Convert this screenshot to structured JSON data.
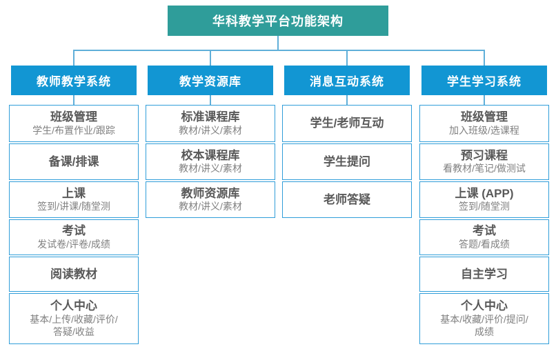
{
  "title": "华科教学平台功能架构",
  "colors": {
    "title_bg": "#2F9D9A",
    "header_bg": "#1296D3",
    "item_border": "#2F9DD9",
    "connector": "#5FAFD9",
    "item_title": "#595959",
    "item_subtitle": "#7F7F7F"
  },
  "columns": [
    {
      "header": "教师教学系统",
      "items": [
        {
          "title": "班级管理",
          "subtitle": "学生/布置作业/跟踪"
        },
        {
          "title": "备课/排课"
        },
        {
          "title": "上课",
          "subtitle": "签到/讲课/随堂测"
        },
        {
          "title": "考试",
          "subtitle": "发试卷/评卷/成绩"
        },
        {
          "title": "阅读教材"
        },
        {
          "title": "个人中心",
          "subtitle": "基本/上传/收藏/评价/",
          "subtitle2": "答疑/收益"
        }
      ]
    },
    {
      "header": "教学资源库",
      "items": [
        {
          "title": "标准课程库",
          "subtitle": "教材/讲义/素材"
        },
        {
          "title": "校本课程库",
          "subtitle": "教材/讲义/素材"
        },
        {
          "title": "教师资源库",
          "subtitle": "教材/讲义/素材"
        }
      ]
    },
    {
      "header": "消息互动系统",
      "items": [
        {
          "title": "学生/老师互动"
        },
        {
          "title": "学生提问"
        },
        {
          "title": "老师答疑"
        }
      ]
    },
    {
      "header": "学生学习系统",
      "items": [
        {
          "title": "班级管理",
          "subtitle": "加入班级/选课程"
        },
        {
          "title": "预习课程",
          "subtitle": "看教材/笔记/做测试"
        },
        {
          "title": "上课 (APP)",
          "subtitle": "签到/随堂测"
        },
        {
          "title": "考试",
          "subtitle": "答题/看成绩"
        },
        {
          "title": "自主学习"
        },
        {
          "title": "个人中心",
          "subtitle": "基本/收藏/评价/提问/",
          "subtitle2": "成绩"
        }
      ]
    }
  ]
}
